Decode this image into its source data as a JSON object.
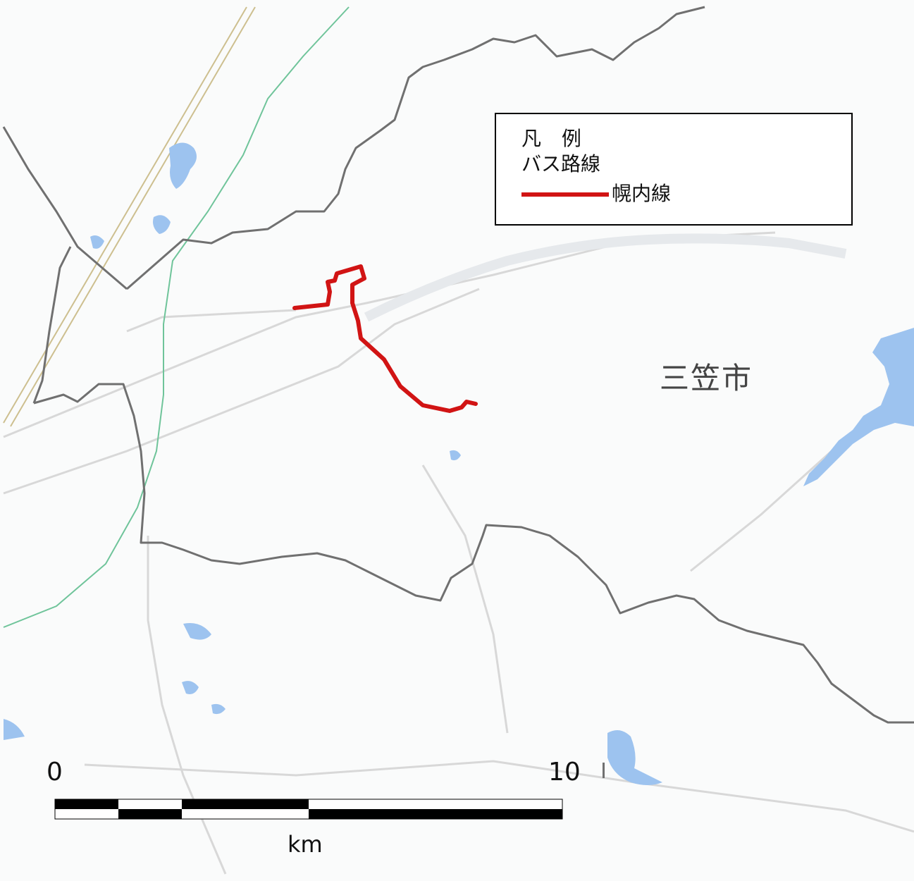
{
  "legend": {
    "title": "凡 例",
    "subtitle": "バス路線",
    "route_label": "幌内線",
    "route_color": "#d11414"
  },
  "city_label": "三笠市",
  "scale_bar": {
    "start_label": "0",
    "end_label": "10",
    "unit": "km"
  },
  "colors": {
    "background": "#fafbfb",
    "water": "#9dc3ef",
    "boundary": "#707070",
    "road": "#d8d8d8",
    "railway": "#cdbf8f",
    "green_line": "#6fc49a",
    "route": "#d11414",
    "scale": "#000000"
  }
}
